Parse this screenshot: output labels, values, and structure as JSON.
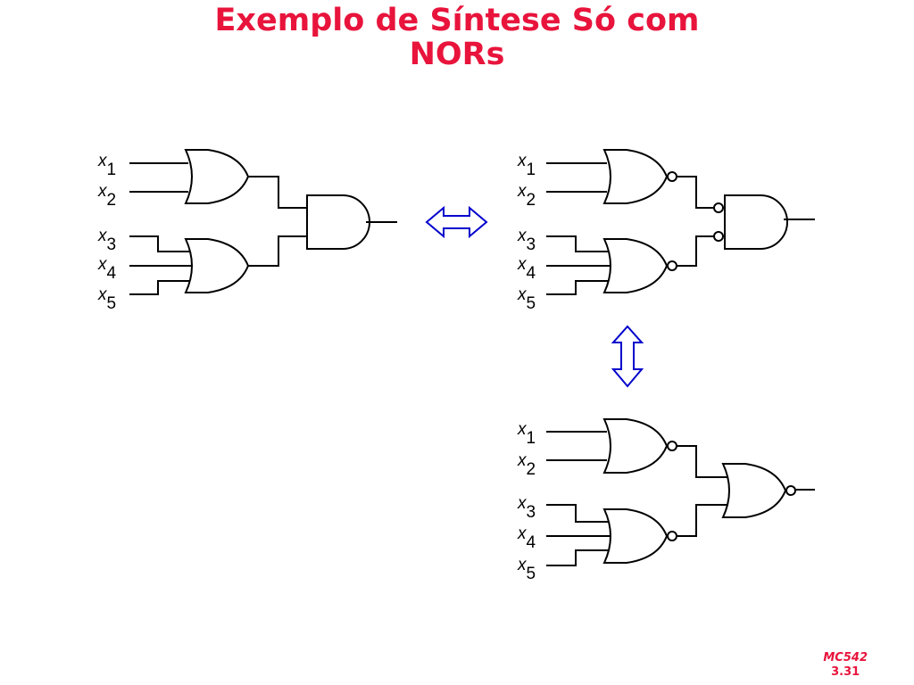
{
  "title": {
    "line1": "Exemplo de Síntese Só com",
    "line2": "NORs"
  },
  "footer": {
    "course": "MC542",
    "slide": "3.31"
  },
  "inputs": [
    {
      "var": "x",
      "sub": "1"
    },
    {
      "var": "x",
      "sub": "2"
    },
    {
      "var": "x",
      "sub": "3"
    },
    {
      "var": "x",
      "sub": "4"
    },
    {
      "var": "x",
      "sub": "5"
    }
  ],
  "colors": {
    "title": "#e8143c",
    "arrow": "#0000cc"
  }
}
